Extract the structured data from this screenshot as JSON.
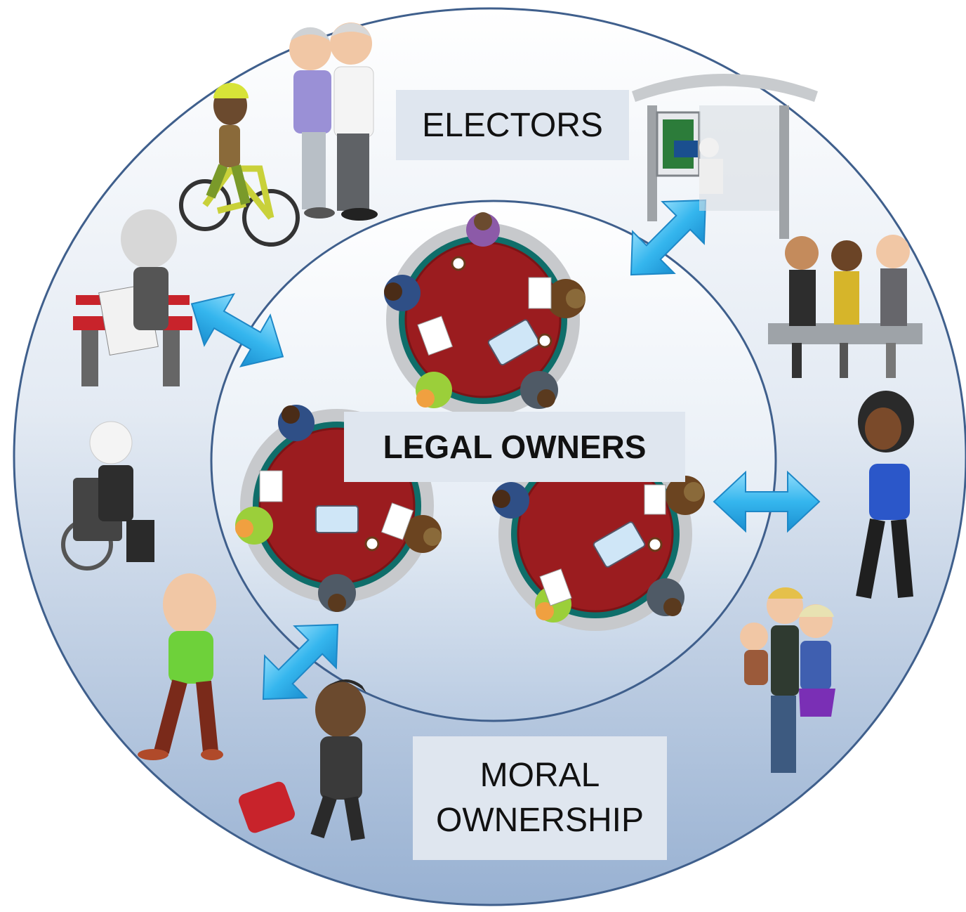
{
  "labels": {
    "outer": "ELECTORS",
    "inner": "LEGAL OWNERS",
    "bottom_line1": "MORAL",
    "bottom_line2": "OWNERSHIP"
  },
  "colors": {
    "outline": "#3f5f8c",
    "ring_top": "#ffffff",
    "ring_bottom": "#9fb6d4",
    "label_bg": "#dfe6ef",
    "arrow": "#35b6ee",
    "table_red": "#9b1c1f",
    "table_rim": "#0f6e6a"
  },
  "figures": [
    "elderly-couple-icon",
    "cyclist-icon",
    "bus-shelter-icon",
    "seated-trio-icon",
    "newspaper-reader-icon",
    "wheelchair-user-icon",
    "thinking-woman-icon",
    "family-icon",
    "thinking-man-icon",
    "traveller-icon",
    "meeting-table-icon",
    "double-arrow-icon"
  ]
}
